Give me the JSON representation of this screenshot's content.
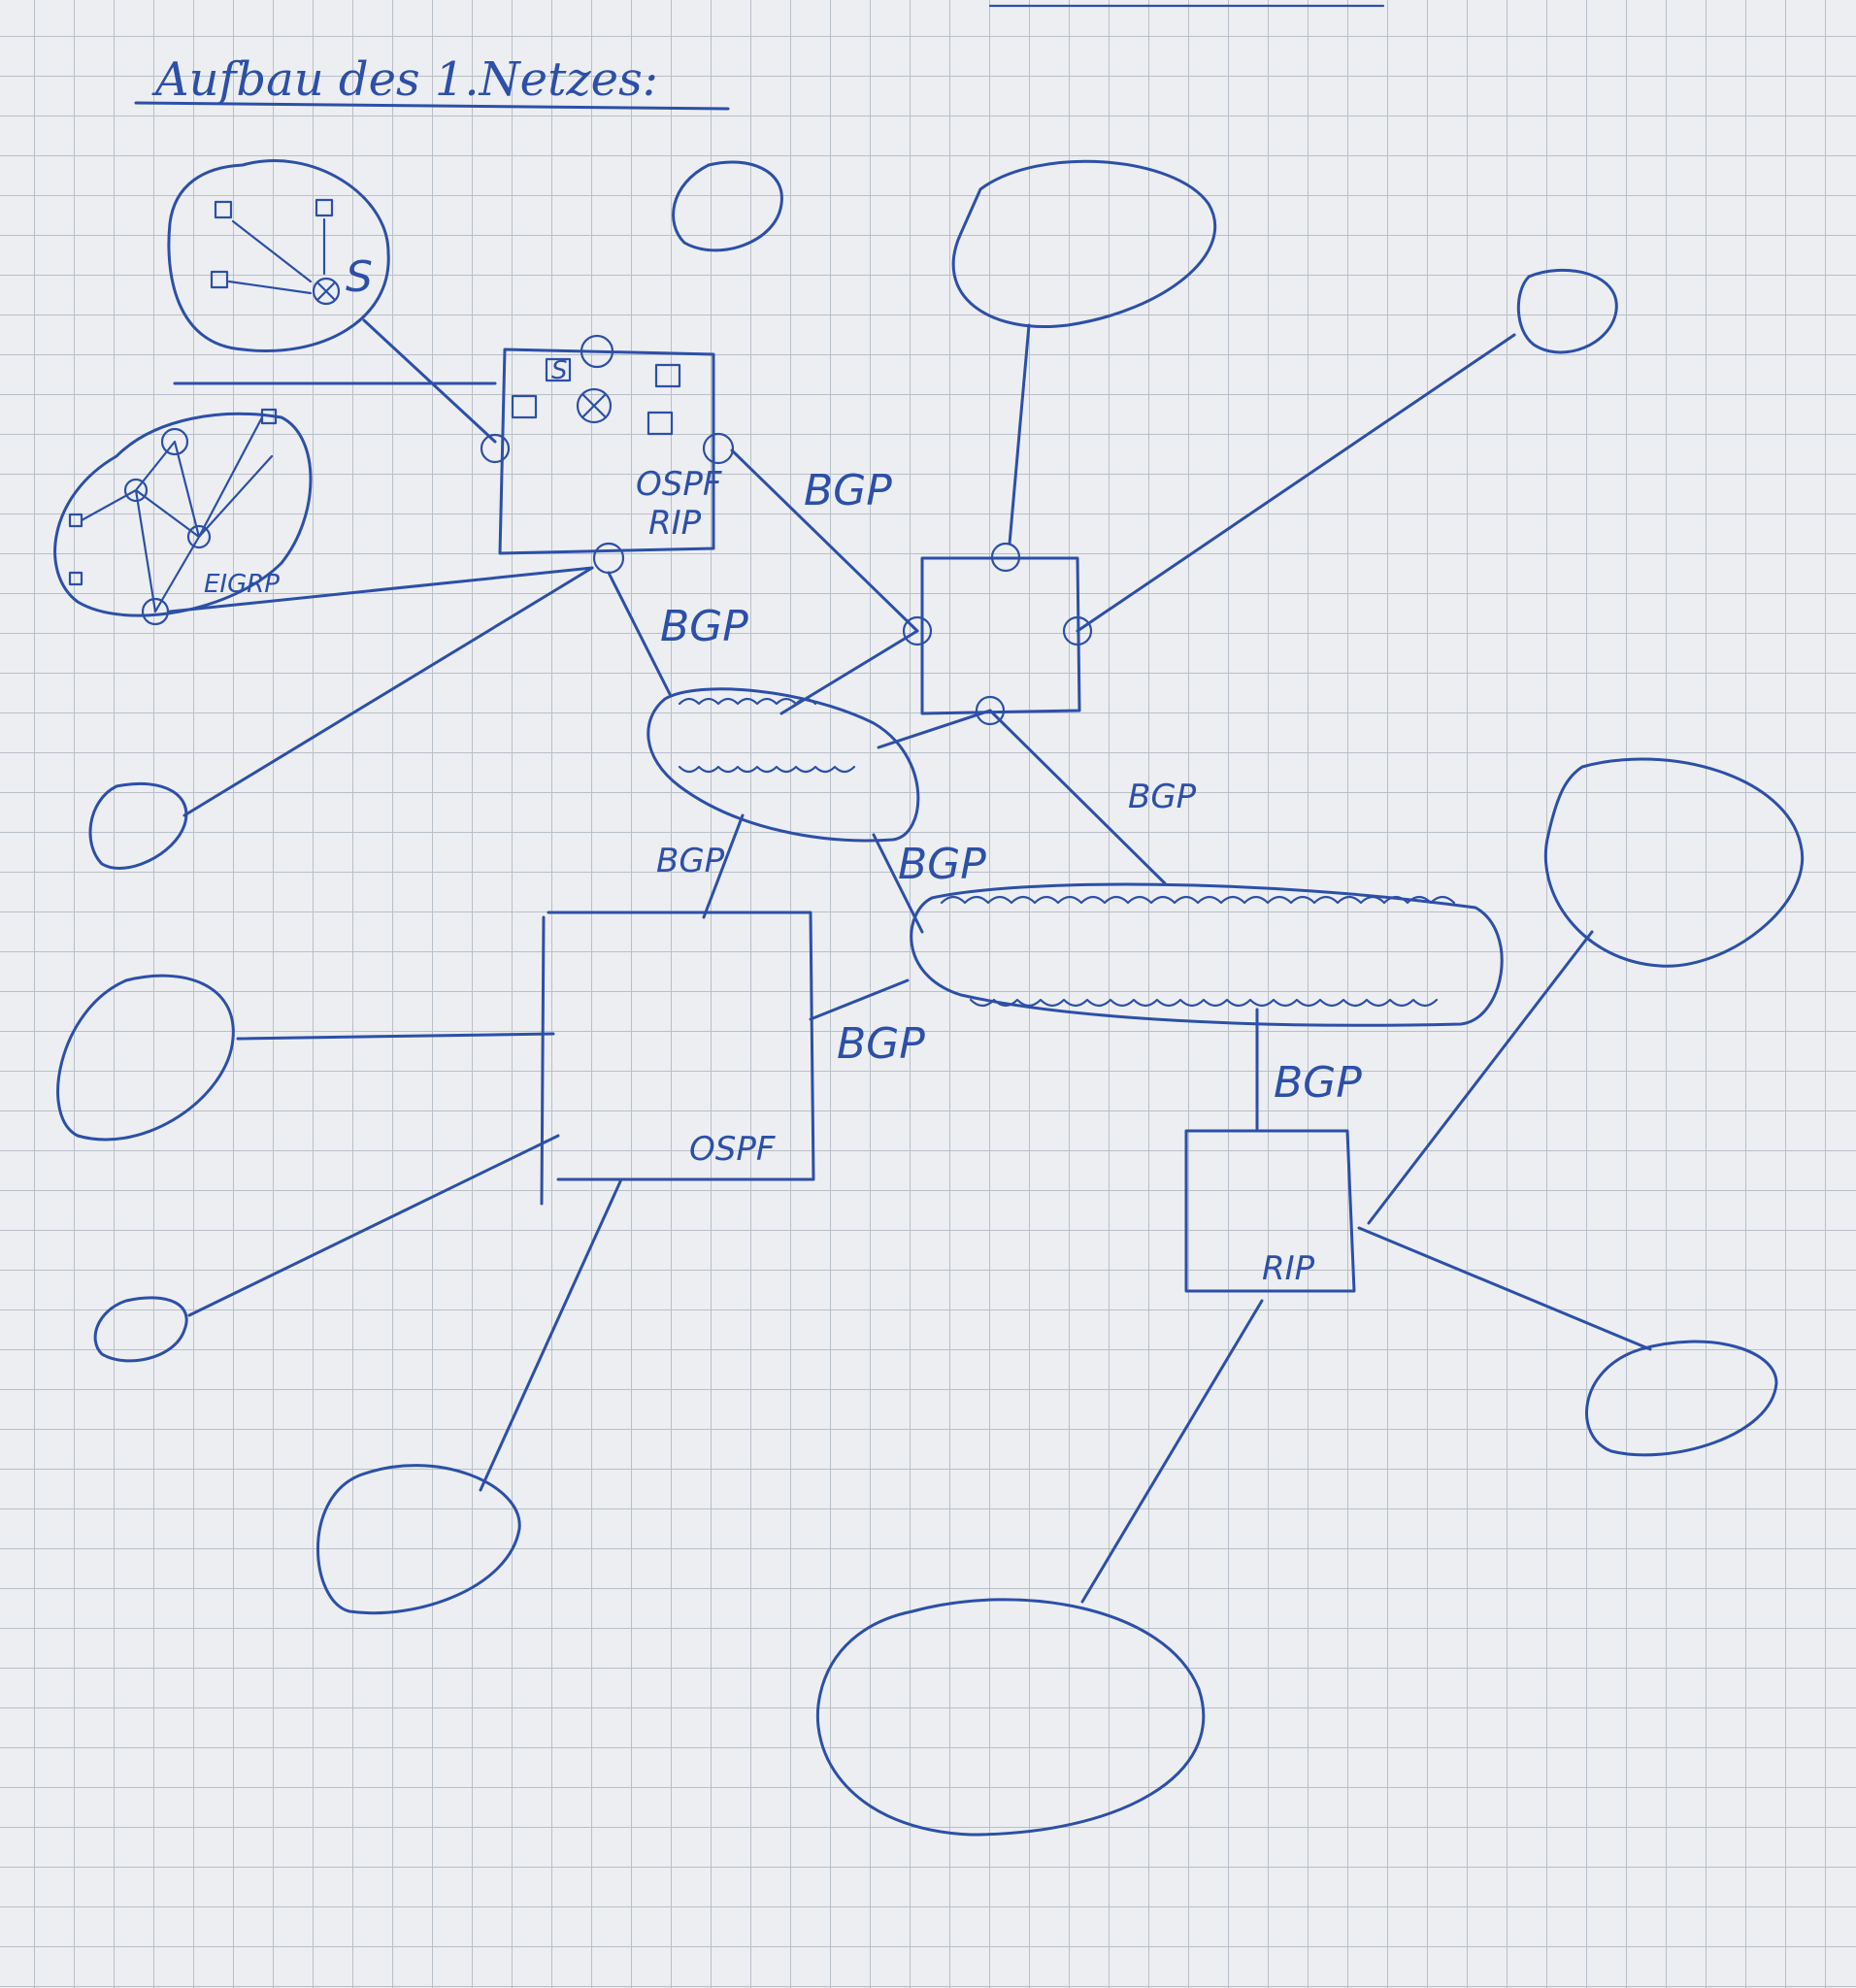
{
  "title": "Aufbau des 1.Netzes:",
  "protocols": {
    "ospf_rip_top": "OSPF",
    "rip_top": "RIP",
    "eigrp": "EIGRP",
    "ospf_main": "OSPF",
    "rip_right": "RIP"
  },
  "links": {
    "bgp_1": "BGP",
    "bgp_2": "BGP",
    "bgp_3": "BGP",
    "bgp_4": "BGP",
    "bgp_5": "BGP",
    "bgp_6": "BGP",
    "bgp_7": "BGP"
  },
  "site_marker": "S",
  "switch_marker": "S",
  "ink_color": "#2c4fa8",
  "paper_color": "#eceef1",
  "grid_color": "#b9bfc8"
}
